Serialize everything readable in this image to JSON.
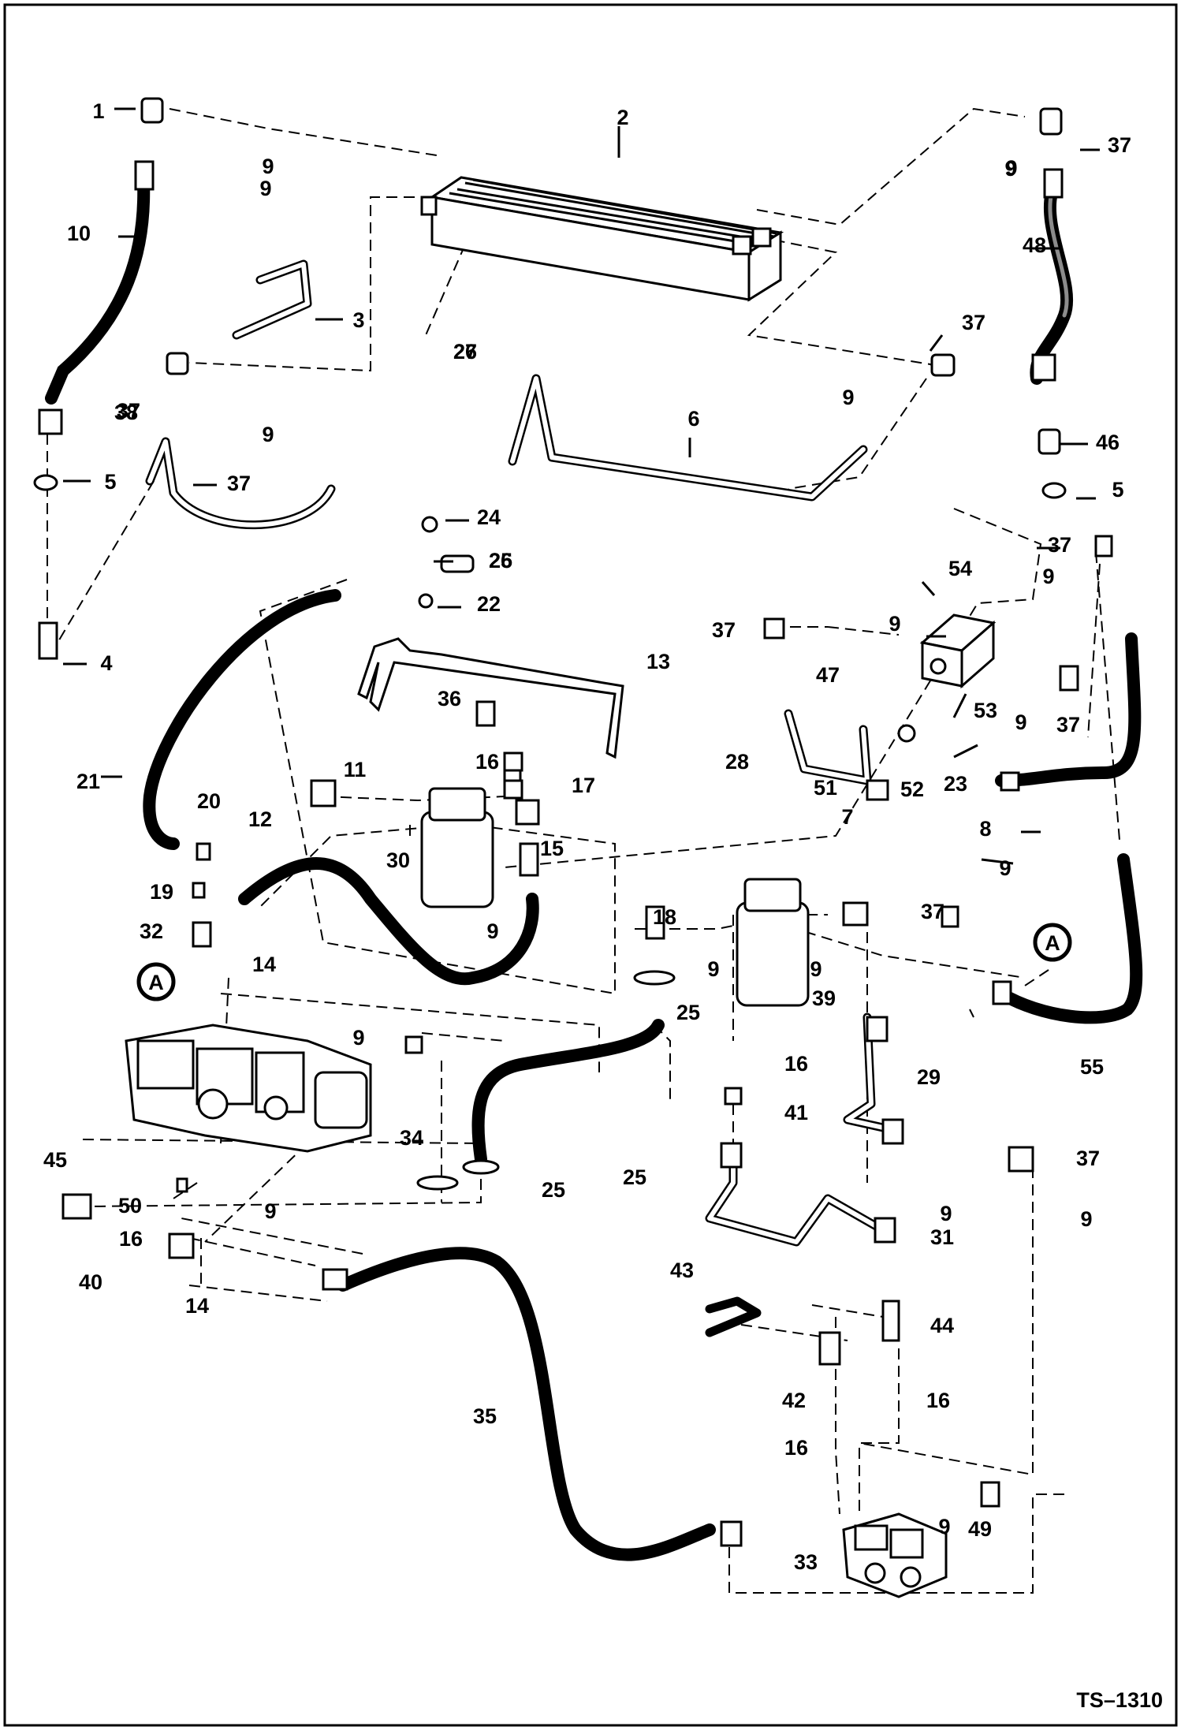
{
  "drawing_id": "TS–1310",
  "callouts": [
    "1",
    "2",
    "3",
    "4",
    "5",
    "6",
    "7",
    "8",
    "9",
    "10",
    "11",
    "12",
    "13",
    "14",
    "15",
    "16",
    "17",
    "18",
    "19",
    "20",
    "21",
    "22",
    "23",
    "24",
    "25",
    "26",
    "27",
    "28",
    "29",
    "30",
    "31",
    "32",
    "33",
    "34",
    "35",
    "36",
    "37",
    "38",
    "39",
    "40",
    "41",
    "42",
    "43",
    "44",
    "45",
    "46",
    "47",
    "48",
    "49",
    "50",
    "51",
    "52",
    "53",
    "54",
    "55"
  ],
  "detail_marker": "A"
}
